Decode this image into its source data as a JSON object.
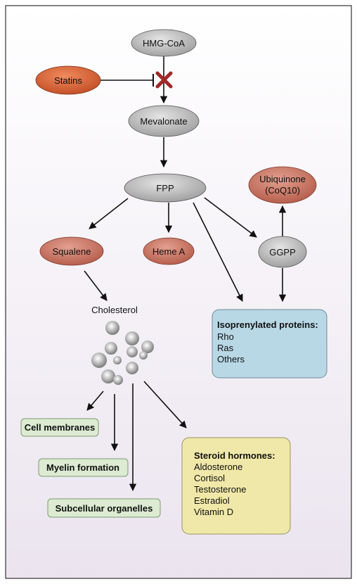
{
  "nodes": {
    "hmg_coa": "HMG-CoA",
    "statins": "Statins",
    "mevalonate": "Mevalonate",
    "fpp": "FPP",
    "ubiquinone_line1": "Ubiquinone",
    "ubiquinone_line2": "(CoQ10)",
    "squalene": "Squalene",
    "heme_a": "Heme A",
    "ggpp": "GGPP",
    "cholesterol": "Cholesterol"
  },
  "isoprenylated": {
    "title": "Isoprenylated proteins:",
    "items": [
      "Rho",
      "Ras",
      "Others"
    ]
  },
  "cholesterol_uses": {
    "cell_membranes": "Cell membranes",
    "myelin_formation": "Myelin formation",
    "subcellular_organelles": "Subcellular organelles"
  },
  "steroid_hormones": {
    "title": "Steroid hormones:",
    "items": [
      "Aldosterone",
      "Cortisol",
      "Testosterone",
      "Estradiol",
      "Vitamin D"
    ]
  },
  "colors": {
    "gray_node": "#b8b8b8",
    "red_node": "#c9715f",
    "orange_node": "#d9623a",
    "green_box": "#dcebd2",
    "blue_box": "#b8d8e6",
    "yellow_box": "#f0e8a8",
    "inhibition_x": "#a12828",
    "background_top": "#ffffff",
    "background_bottom": "#ece6f0"
  }
}
